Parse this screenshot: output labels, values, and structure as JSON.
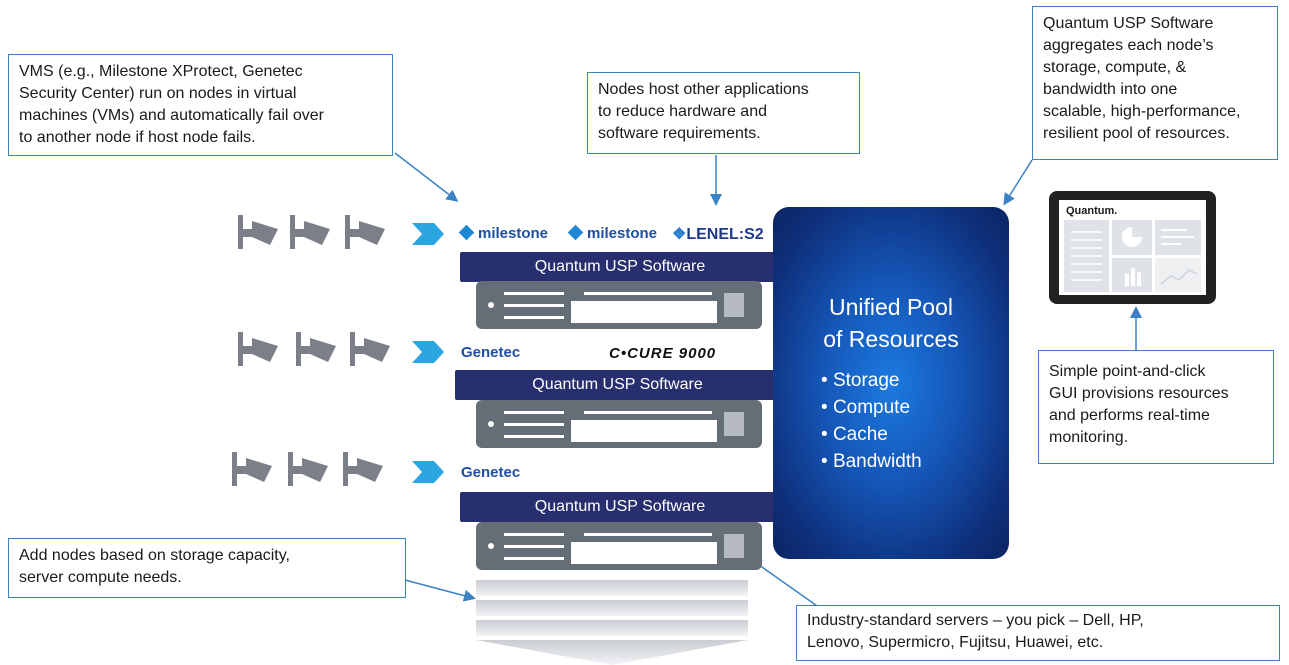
{
  "callouts": {
    "vms": [
      "VMS (e.g., Milestone XProtect, Genetec",
      "Security Center) run on nodes in virtual",
      "machines (VMs) and automatically fail over",
      "to another node if host node fails."
    ],
    "nodes_host": [
      "Nodes host other applications",
      "to reduce hardware and",
      "software requirements."
    ],
    "aggregates": [
      "Quantum USP Software",
      "aggregates each node’s",
      "storage, compute, &",
      "bandwidth into one",
      "scalable, high-performance,",
      "resilient pool of resources."
    ],
    "gui": [
      "Simple point-and-click",
      "GUI provisions resources",
      "and performs real-time",
      "monitoring."
    ],
    "add_nodes": [
      "Add nodes based on storage capacity,",
      "server compute needs."
    ],
    "servers": [
      "Industry-standard servers – you pick – Dell, HP,",
      "Lenovo, Supermicro, Fujitsu, Huawei, etc."
    ]
  },
  "software_band": "Quantum USP Software",
  "logos": {
    "milestone": "milestone",
    "lenel": "LENEL:S2",
    "genetec": "Genetec",
    "ccure": "C•CURE 9000"
  },
  "pool": {
    "title_line1": "Unified Pool",
    "title_line2": "of Resources",
    "items": [
      "Storage",
      "Compute",
      "Cache",
      "Bandwidth"
    ]
  },
  "tablet_brand": "Quantum.",
  "colors": {
    "accent_blue": "#3b82c4",
    "band_navy": "#282f6e",
    "server_gray": "#656d76",
    "camera_gray": "#7b8088",
    "chevron_blue": "#2aa5e0"
  }
}
